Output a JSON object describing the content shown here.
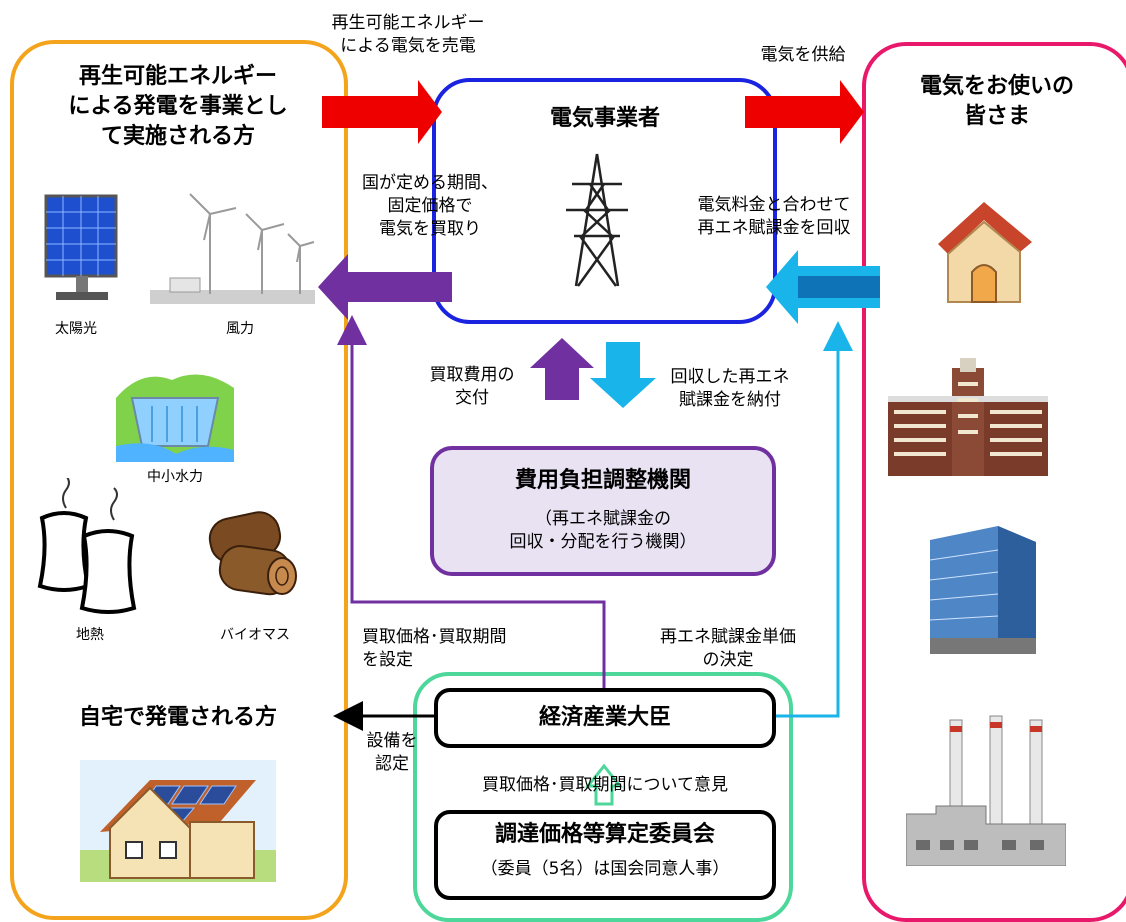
{
  "colors": {
    "orange": "#f4a41c",
    "pink": "#e8196b",
    "blue": "#1a23e0",
    "green": "#4dd79a",
    "purple": "#7030a0",
    "light_blue": "#19b5ea",
    "red": "#ee0000",
    "lilac_fill": "#e9e2f3"
  },
  "left_panel": {
    "title": "再生可能エネルギー\nによる発電を事業とし\nて実施される方",
    "home_title": "自宅で発電される方",
    "sources": [
      {
        "label": "太陽光",
        "icon": "solar-panel-icon"
      },
      {
        "label": "風力",
        "icon": "wind-turbine-icon"
      },
      {
        "label": "中小水力",
        "icon": "hydro-dam-icon"
      },
      {
        "label": "地熱",
        "icon": "geothermal-tower-icon"
      },
      {
        "label": "バイオマス",
        "icon": "biomass-log-icon"
      }
    ],
    "home_icon": "solar-house-icon"
  },
  "right_panel": {
    "title": "電気をお使いの\n皆さま",
    "icons": [
      "house-icon",
      "office-building-icon",
      "skyscraper-icon",
      "factory-icon"
    ]
  },
  "center": {
    "utility_title": "電気事業者",
    "tower_icon": "transmission-tower-icon",
    "adjust_title": "費用負担調整機関",
    "adjust_sub": "（再エネ賦課金の\n回収・分配を行う機関）",
    "minister": "経済産業大臣",
    "committee": "調達価格等算定委員会",
    "committee_sub": "（委員（5名）は国会同意人事）"
  },
  "labels": {
    "sell": "再生可能エネルギー\nによる電気を売電",
    "supply": "電気を供給",
    "buy": "国が定める期間、\n固定価格で\n電気を買取り",
    "collect": "電気料金と合わせて\n再エネ賦課金を回収",
    "grant": "買取費用の\n交付",
    "pay": "回収した再エネ\n賦課金を納付",
    "set_price": "買取価格･買取期間\nを設定",
    "decide": "再エネ賦課金単価\nの決定",
    "certify": "設備を\n認定",
    "opinion": "買取価格･買取期間について意見"
  }
}
